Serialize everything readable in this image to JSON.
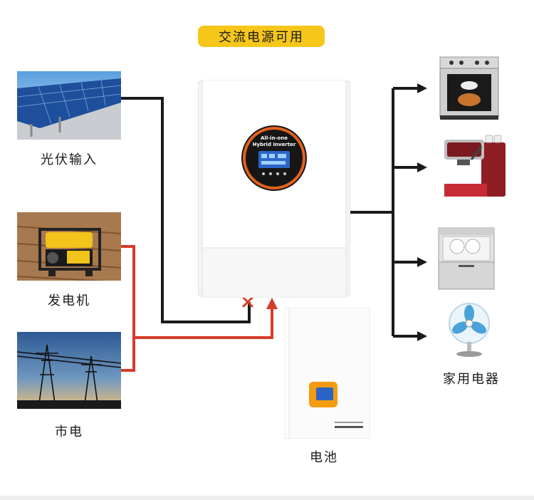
{
  "header": {
    "title": "交流电源可用"
  },
  "sources": {
    "solar_label": "光伏输入",
    "generator_label": "发电机",
    "grid_label": "市电"
  },
  "inverter": {
    "brand_line1": "All-in-one",
    "brand_line2": "Hybrid Inverter"
  },
  "battery": {
    "label": "电池"
  },
  "loads": {
    "label": "家用电器"
  },
  "colors": {
    "accent_badge": "#f6c71a",
    "dc_wire": "#1a1a1a",
    "ac_wire": "#d63b2a"
  }
}
